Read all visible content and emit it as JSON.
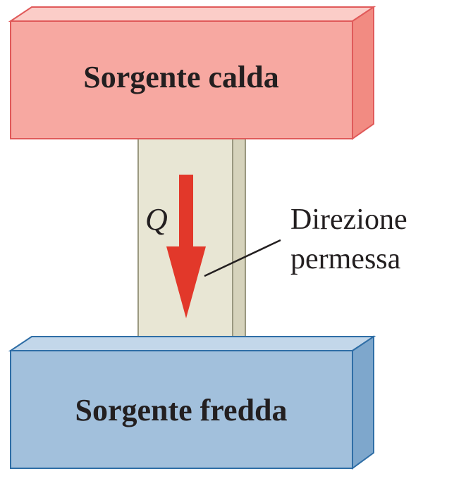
{
  "hot_reservoir": {
    "label": "Sorgente calda"
  },
  "cold_reservoir": {
    "label": "Sorgente fredda"
  },
  "heat_flow": {
    "symbol": "Q"
  },
  "annotation": {
    "line1": "Direzione",
    "line2": "permessa"
  },
  "colors": {
    "hot_front": "#f7a8a1",
    "hot_top": "#fbcdc8",
    "hot_side": "#f28b82",
    "hot_edge": "#e05a5a",
    "cold_front": "#a2c0dc",
    "cold_top": "#c3d7ea",
    "cold_side": "#7ea7cc",
    "cold_edge": "#2f6ea6",
    "conductor_front": "#e8e6d4",
    "conductor_side": "#d6d3bc",
    "conductor_edge": "#9a9880",
    "arrow": "#e2382a",
    "text": "#231f20"
  }
}
